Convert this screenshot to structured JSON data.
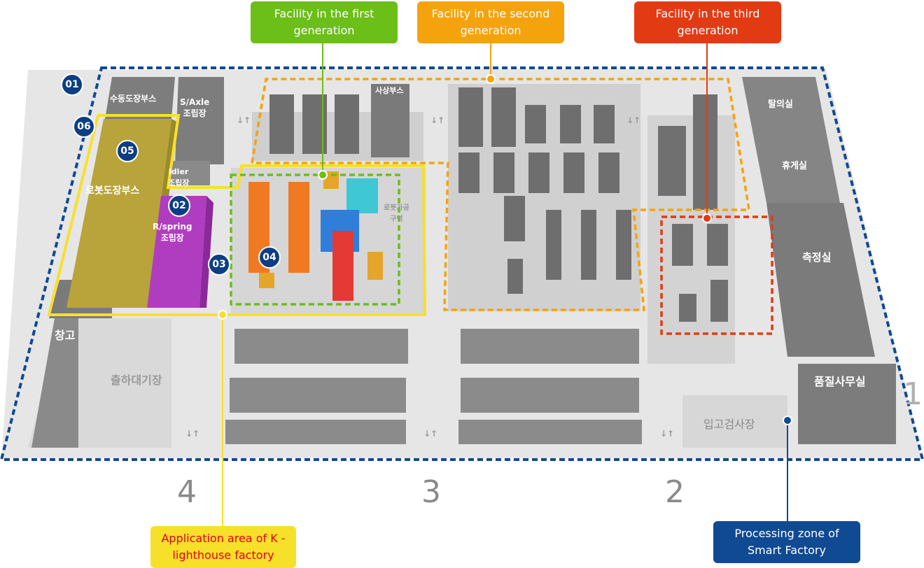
{
  "callouts": {
    "first_gen": {
      "line1": "Facility in the first",
      "line2": "generation",
      "color": "#6cbe18"
    },
    "second_gen": {
      "line1": "Facility in the second",
      "line2": "generation",
      "color": "#f5a30d"
    },
    "third_gen": {
      "line1": "Facility in the third",
      "line2": "generation",
      "color": "#e23b14"
    },
    "k_lighthouse": {
      "line1": "Application area of K -",
      "line2": "lighthouse factory",
      "color": "#f7e02a",
      "text_color": "#e3001b"
    },
    "smart_factory": {
      "line1": "Processing zone of",
      "line2": "Smart Factory",
      "color": "#0f4a93"
    }
  },
  "badges": [
    "01",
    "02",
    "03",
    "04",
    "05",
    "06"
  ],
  "zone_numbers": [
    "4",
    "3",
    "2",
    "1"
  ],
  "rooms": {
    "manual_paint": "수동도장부스",
    "s_axle": "S/Axle\n조립장",
    "idler": "idler\n조립장",
    "robot_paint": "로봇도장부스",
    "r_spring": "R/spring\n조립장",
    "sasang": "사상부스",
    "robot_machining": "로봇가공\n구역",
    "storage": "창고",
    "shipping": "출하대기장",
    "changing": "탈의실",
    "lounge": "휴게실",
    "measure": "측정실",
    "quality_office": "품질사무실",
    "incoming_inspection": "입고검사장"
  },
  "arrow_glyph": "↓↑",
  "colors": {
    "boundary": "#0f4a93",
    "first_gen": "#6cbe18",
    "second_gen": "#f5a30d",
    "third_gen": "#e23b14",
    "k_area": "#f7e02a"
  }
}
